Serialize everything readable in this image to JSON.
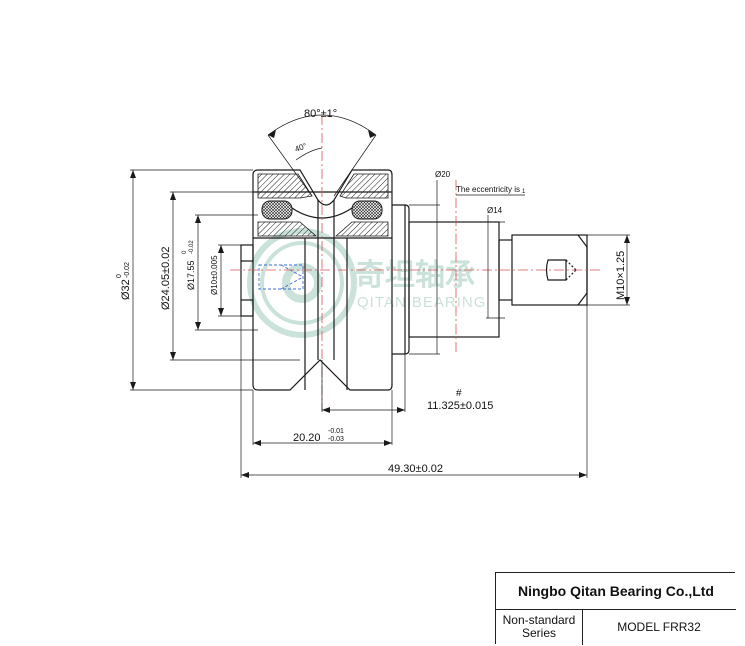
{
  "drawing": {
    "angle_main": "80°±1°",
    "angle_half": "40°",
    "dia_outer": "Ø32",
    "dia_outer_tol_upper": "0",
    "dia_outer_tol_lower": "-0.02",
    "dia_groove": "Ø24.05±0.02",
    "dia_inner": "Ø17.55",
    "dia_inner_tol_upper": "0",
    "dia_inner_tol_lower": "-0.02",
    "dia_bore": "Ø10±0.005",
    "dia_collar": "Ø20",
    "eccentricity_note": "The eccentricity is",
    "eccentricity_value": "1",
    "dia_shaft": "Ø14",
    "thread": "M10×1.25",
    "hash_mark": "#",
    "offset_dim": "11.325±0.015",
    "width_dim": "20.20",
    "width_tol_upper": "-0.01",
    "width_tol_lower": "-0.03",
    "total_length": "49.30±0.02",
    "watermark_cn": "奇坦轴承",
    "watermark_en": "QITAN BEARING"
  },
  "title_block": {
    "company": "Ningbo Qitan Bearing Co.,Ltd",
    "series_line1": "Non-standard",
    "series_line2": "Series",
    "model": "MODEL FRR32"
  },
  "colors": {
    "line": "#1a1a1a",
    "center_line": "#d9534f",
    "hidden_line": "#3b6fd6",
    "watermark": "#b9d9cf"
  }
}
